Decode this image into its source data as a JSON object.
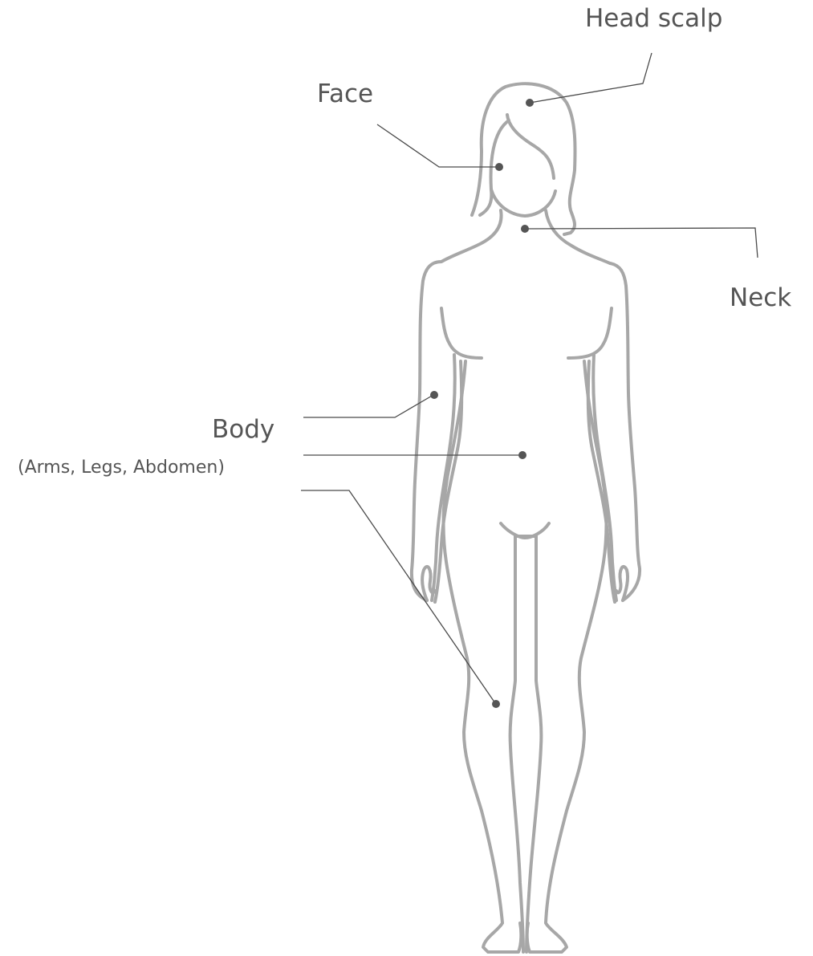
{
  "labels": {
    "head_scalp": "Head scalp",
    "face": "Face",
    "neck": "Neck",
    "body": "Body",
    "body_detail": "(Arms, Legs, Abdomen)"
  },
  "colors": {
    "outline": "#a7a7a7",
    "text": "#555555",
    "leader_line": "#4a4a4a"
  }
}
